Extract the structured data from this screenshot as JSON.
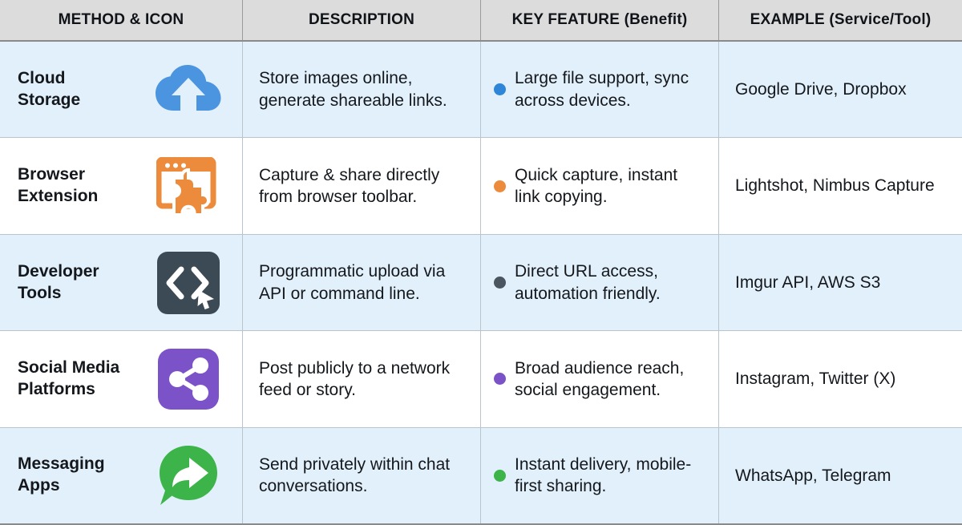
{
  "table": {
    "headers": [
      "METHOD & ICON",
      "DESCRIPTION",
      "KEY FEATURE (Benefit)",
      "EXAMPLE (Service/Tool)"
    ],
    "rows": [
      {
        "method": "Cloud\nStorage",
        "icon": "cloud-upload-icon",
        "icon_color": "#4a94e0",
        "description": "Store images online, generate shareable links.",
        "feature": "Large file support, sync across devices.",
        "dot_color": "#2d86d8",
        "example": "Google Drive, Dropbox",
        "shaded": true
      },
      {
        "method": "Browser\nExtension",
        "icon": "browser-puzzle-icon",
        "icon_color": "#ec8b3c",
        "description": "Capture & share directly from browser toolbar.",
        "feature": "Quick capture, instant link copying.",
        "dot_color": "#ec8b3c",
        "example": "Lightshot, Nimbus Capture",
        "shaded": false
      },
      {
        "method": "Developer\nTools",
        "icon": "code-brackets-cursor-icon",
        "icon_color": "#3c4a55",
        "description": "Programmatic upload via API or command line.",
        "feature": "Direct URL access, automation friendly.",
        "dot_color": "#4a5560",
        "example": "Imgur API, AWS S3",
        "shaded": true
      },
      {
        "method": "Social Media\nPlatforms",
        "icon": "share-network-icon",
        "icon_color": "#7b52c8",
        "description": "Post publicly to a network feed or story.",
        "feature": "Broad audience reach, social engagement.",
        "dot_color": "#7b52c8",
        "example": "Instagram, Twitter (X)",
        "shaded": false
      },
      {
        "method": "Messaging\nApps",
        "icon": "chat-forward-icon",
        "icon_color": "#3cb44a",
        "description": "Send privately within chat conversations.",
        "feature": "Instant delivery, mobile-first sharing.",
        "dot_color": "#3cb44a",
        "example": "WhatsApp, Telegram",
        "shaded": true
      }
    ],
    "colors": {
      "header_bg": "#dcdcdc",
      "shaded_row_bg": "#e2f0fb",
      "plain_row_bg": "#ffffff",
      "grid_line": "#b9c4cc",
      "text": "#14181c"
    }
  }
}
